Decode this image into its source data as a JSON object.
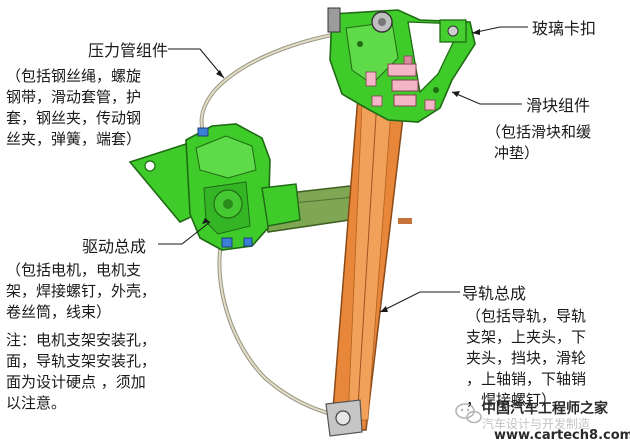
{
  "labels": {
    "pressure_tube": "压力管组件",
    "pressure_tube_detail": [
      "（包括钢丝绳，螺旋",
      "钢带，滑动套管，护",
      "套，钢丝夹，传动钢",
      "丝夹，弹簧，端套）"
    ],
    "glass_clip": "玻璃卡扣",
    "slider": "滑块组件",
    "slider_detail": [
      "（包括滑块和缓",
      "冲垫）"
    ],
    "drive": "驱动总成",
    "drive_detail": [
      "（包括电机，电机支",
      "架，焊接螺钉，外壳，",
      "卷丝筒，线束）"
    ],
    "rail": "导轨总成",
    "rail_detail": [
      "（包括导轨，导轨",
      "支架，上夹头，下",
      "夹头，挡块，滑轮",
      "，上轴销，下轴销",
      "，焊接螺钉）"
    ],
    "note": [
      "注：电机支架安装孔，",
      "面，导轨支架安装孔，",
      "面为设计硬点 ，须加",
      "以注意。"
    ]
  },
  "watermark": {
    "brand": "中国汽车工程师之家",
    "sub": "汽车设计与开发制造",
    "url": "www.cartech8.com"
  },
  "colors": {
    "frame_green": "#3fcb2a",
    "frame_dark": "#1f6b14",
    "rail_orange": "#e8873a",
    "rail_dark": "#8a4a18",
    "cable": "#e2ddc8",
    "pink": "#f2b6c6",
    "arm_green": "#7fa653"
  },
  "icons": [
    "bracket-mount-icon",
    "wechat-logo-icon"
  ]
}
